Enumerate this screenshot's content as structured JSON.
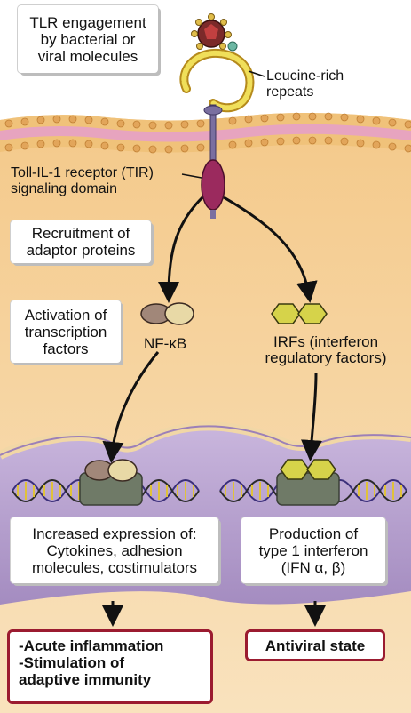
{
  "boxes": {
    "tlr_engagement": "TLR engagement\nby bacterial or\nviral molecules",
    "recruitment": "Recruitment of\nadaptor proteins",
    "activation": "Activation of\ntranscription\nfactors",
    "expression": "Increased expression of:\nCytokines, adhesion\nmolecules, costimulators",
    "production": "Production of\ntype 1 interferon\n(IFN α, β)"
  },
  "labels": {
    "leucine_rich": "Leucine-rich\nrepeats",
    "tir_domain": "Toll-IL-1 receptor (TIR)\nsignaling domain",
    "nfkb": "NF-κB",
    "irfs": "IRFs (interferon\nregulatory factors)"
  },
  "outcomes": {
    "left": "-Acute inflammation\n-Stimulation of\n  adaptive immunity",
    "right": "Antiviral state"
  },
  "colors": {
    "cytoplasm": "#f7d9a6",
    "nucleus": "#b9a5cf",
    "membrane": "#d79a5a",
    "receptor": "#8c2050",
    "irf": "#d6d34a",
    "outcome_border": "#9b1b30"
  }
}
